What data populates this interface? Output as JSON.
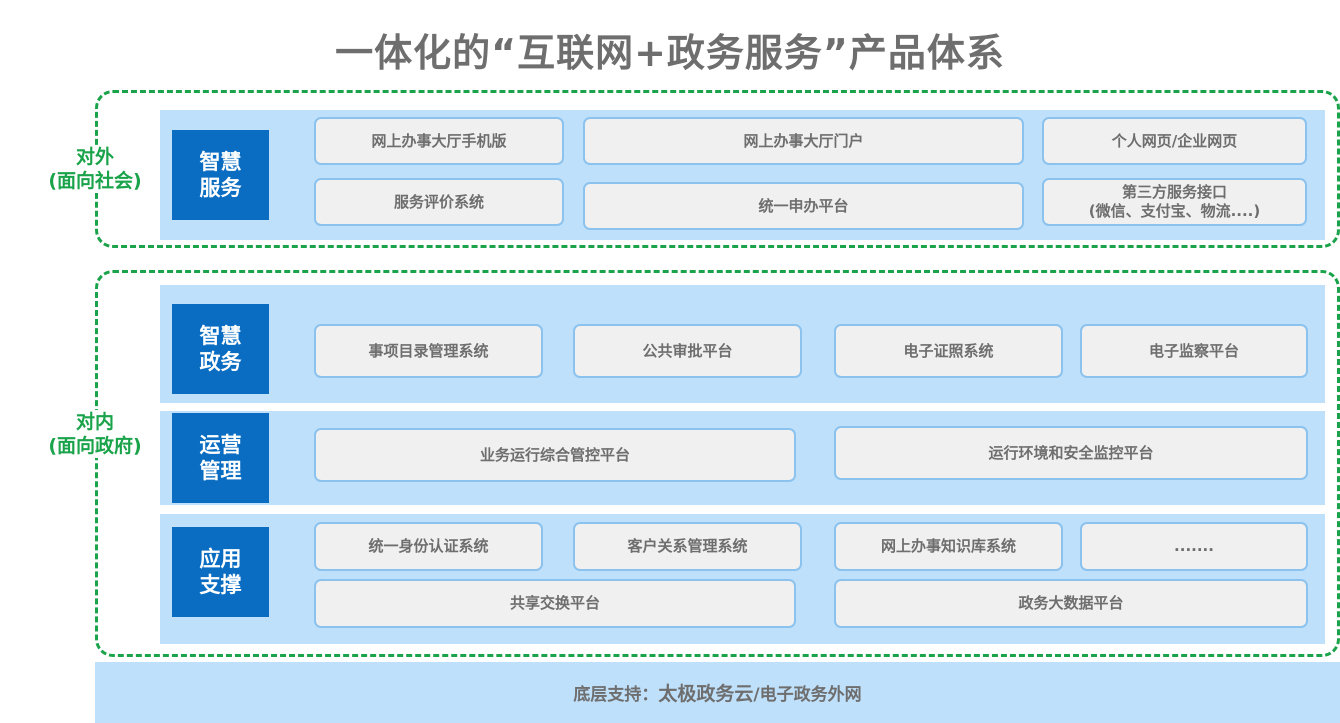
{
  "title": "一体化的“互联网+政务服务”产品体系",
  "colors": {
    "accent_green": "#1aa34a",
    "category_blue": "#0a6dc2",
    "band_blue": "#bfe0fb",
    "box_fill": "#f0f0f0",
    "box_border": "#8cc2ee",
    "text_gray": "#6e6e6e"
  },
  "external": {
    "label_line1": "对外",
    "label_line2": "(面向社会)",
    "category": {
      "line1": "智慧",
      "line2": "服务"
    },
    "boxes": [
      {
        "text": "网上办事大厅手机版"
      },
      {
        "text": "网上办事大厅门户"
      },
      {
        "text": "个人网页/企业网页"
      },
      {
        "text": "服务评价系统"
      },
      {
        "text": "统一申办平台"
      },
      {
        "text": "第三方服务接口",
        "subtext": "(微信、支付宝、物流....)"
      }
    ]
  },
  "internal": {
    "label_line1": "对内",
    "label_line2": "(面向政府)",
    "layers": [
      {
        "category": {
          "line1": "智慧",
          "line2": "政务"
        },
        "boxes": [
          {
            "text": "事项目录管理系统"
          },
          {
            "text": "公共审批平台"
          },
          {
            "text": "电子证照系统"
          },
          {
            "text": "电子监察平台"
          }
        ]
      },
      {
        "category": {
          "line1": "运营",
          "line2": "管理"
        },
        "boxes": [
          {
            "text": "业务运行综合管控平台"
          },
          {
            "text": "运行环境和安全监控平台"
          }
        ]
      },
      {
        "category": {
          "line1": "应用",
          "line2": "支撑"
        },
        "boxes": [
          {
            "text": "统一身份认证系统"
          },
          {
            "text": "客户关系管理系统"
          },
          {
            "text": "网上办事知识库系统"
          },
          {
            "text": "......."
          },
          {
            "text": "共享交换平台"
          },
          {
            "text": "政务大数据平台"
          }
        ]
      }
    ]
  },
  "base": {
    "label": "底层支持：",
    "strong": "太极政务云",
    "rest": "/电子政务外网"
  }
}
